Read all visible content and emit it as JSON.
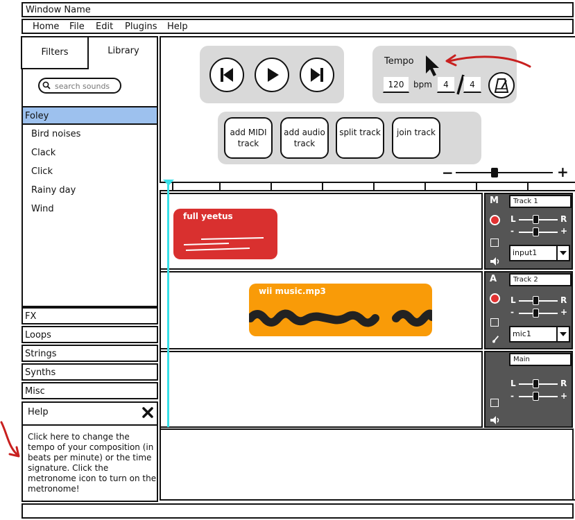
{
  "window": {
    "title": "Window Name"
  },
  "menu": [
    "Home",
    "File",
    "Edit",
    "Plugins",
    "Help"
  ],
  "sidebar": {
    "tabs": [
      "Filters",
      "Library"
    ],
    "search_placeholder": "search sounds",
    "selected_category": "Foley",
    "foley_items": [
      "Bird noises",
      "Clack",
      "Click",
      "Rainy day",
      "Wind"
    ],
    "categories": [
      "FX",
      "Loops",
      "Strings",
      "Synths",
      "Misc"
    ]
  },
  "help": {
    "title": "Help",
    "body": "Click here to change the tempo of your composition (in beats per minute) or the time signature. Click the metronome icon to turn on the metronome!"
  },
  "transport": {
    "tempo_label": "Tempo",
    "bpm_value": "120",
    "bpm_unit": "bpm",
    "time_sig_top": "4",
    "time_sig_bottom": "4",
    "actions": [
      "add MIDI track",
      "add audio track",
      "split track",
      "join track"
    ],
    "zoom_minus": "−",
    "zoom_plus": "+"
  },
  "tracks": [
    {
      "mode": "M",
      "name": "Track 1",
      "input": "input1",
      "clip": "full yeetus",
      "clip_color": "#d9302f"
    },
    {
      "mode": "A",
      "name": "Track 2",
      "input": "mic1",
      "clip": "wii music.mp3",
      "clip_color": "#f99b08"
    }
  ],
  "main_track": {
    "name": "Main"
  },
  "pan": {
    "left": "L",
    "right": "R",
    "minus": "-",
    "plus": "+"
  },
  "colors": {
    "accent": "#9dc1ee",
    "playhead": "#38e0e8",
    "record": "#e23232",
    "annotation_arrow": "#c8201f"
  }
}
